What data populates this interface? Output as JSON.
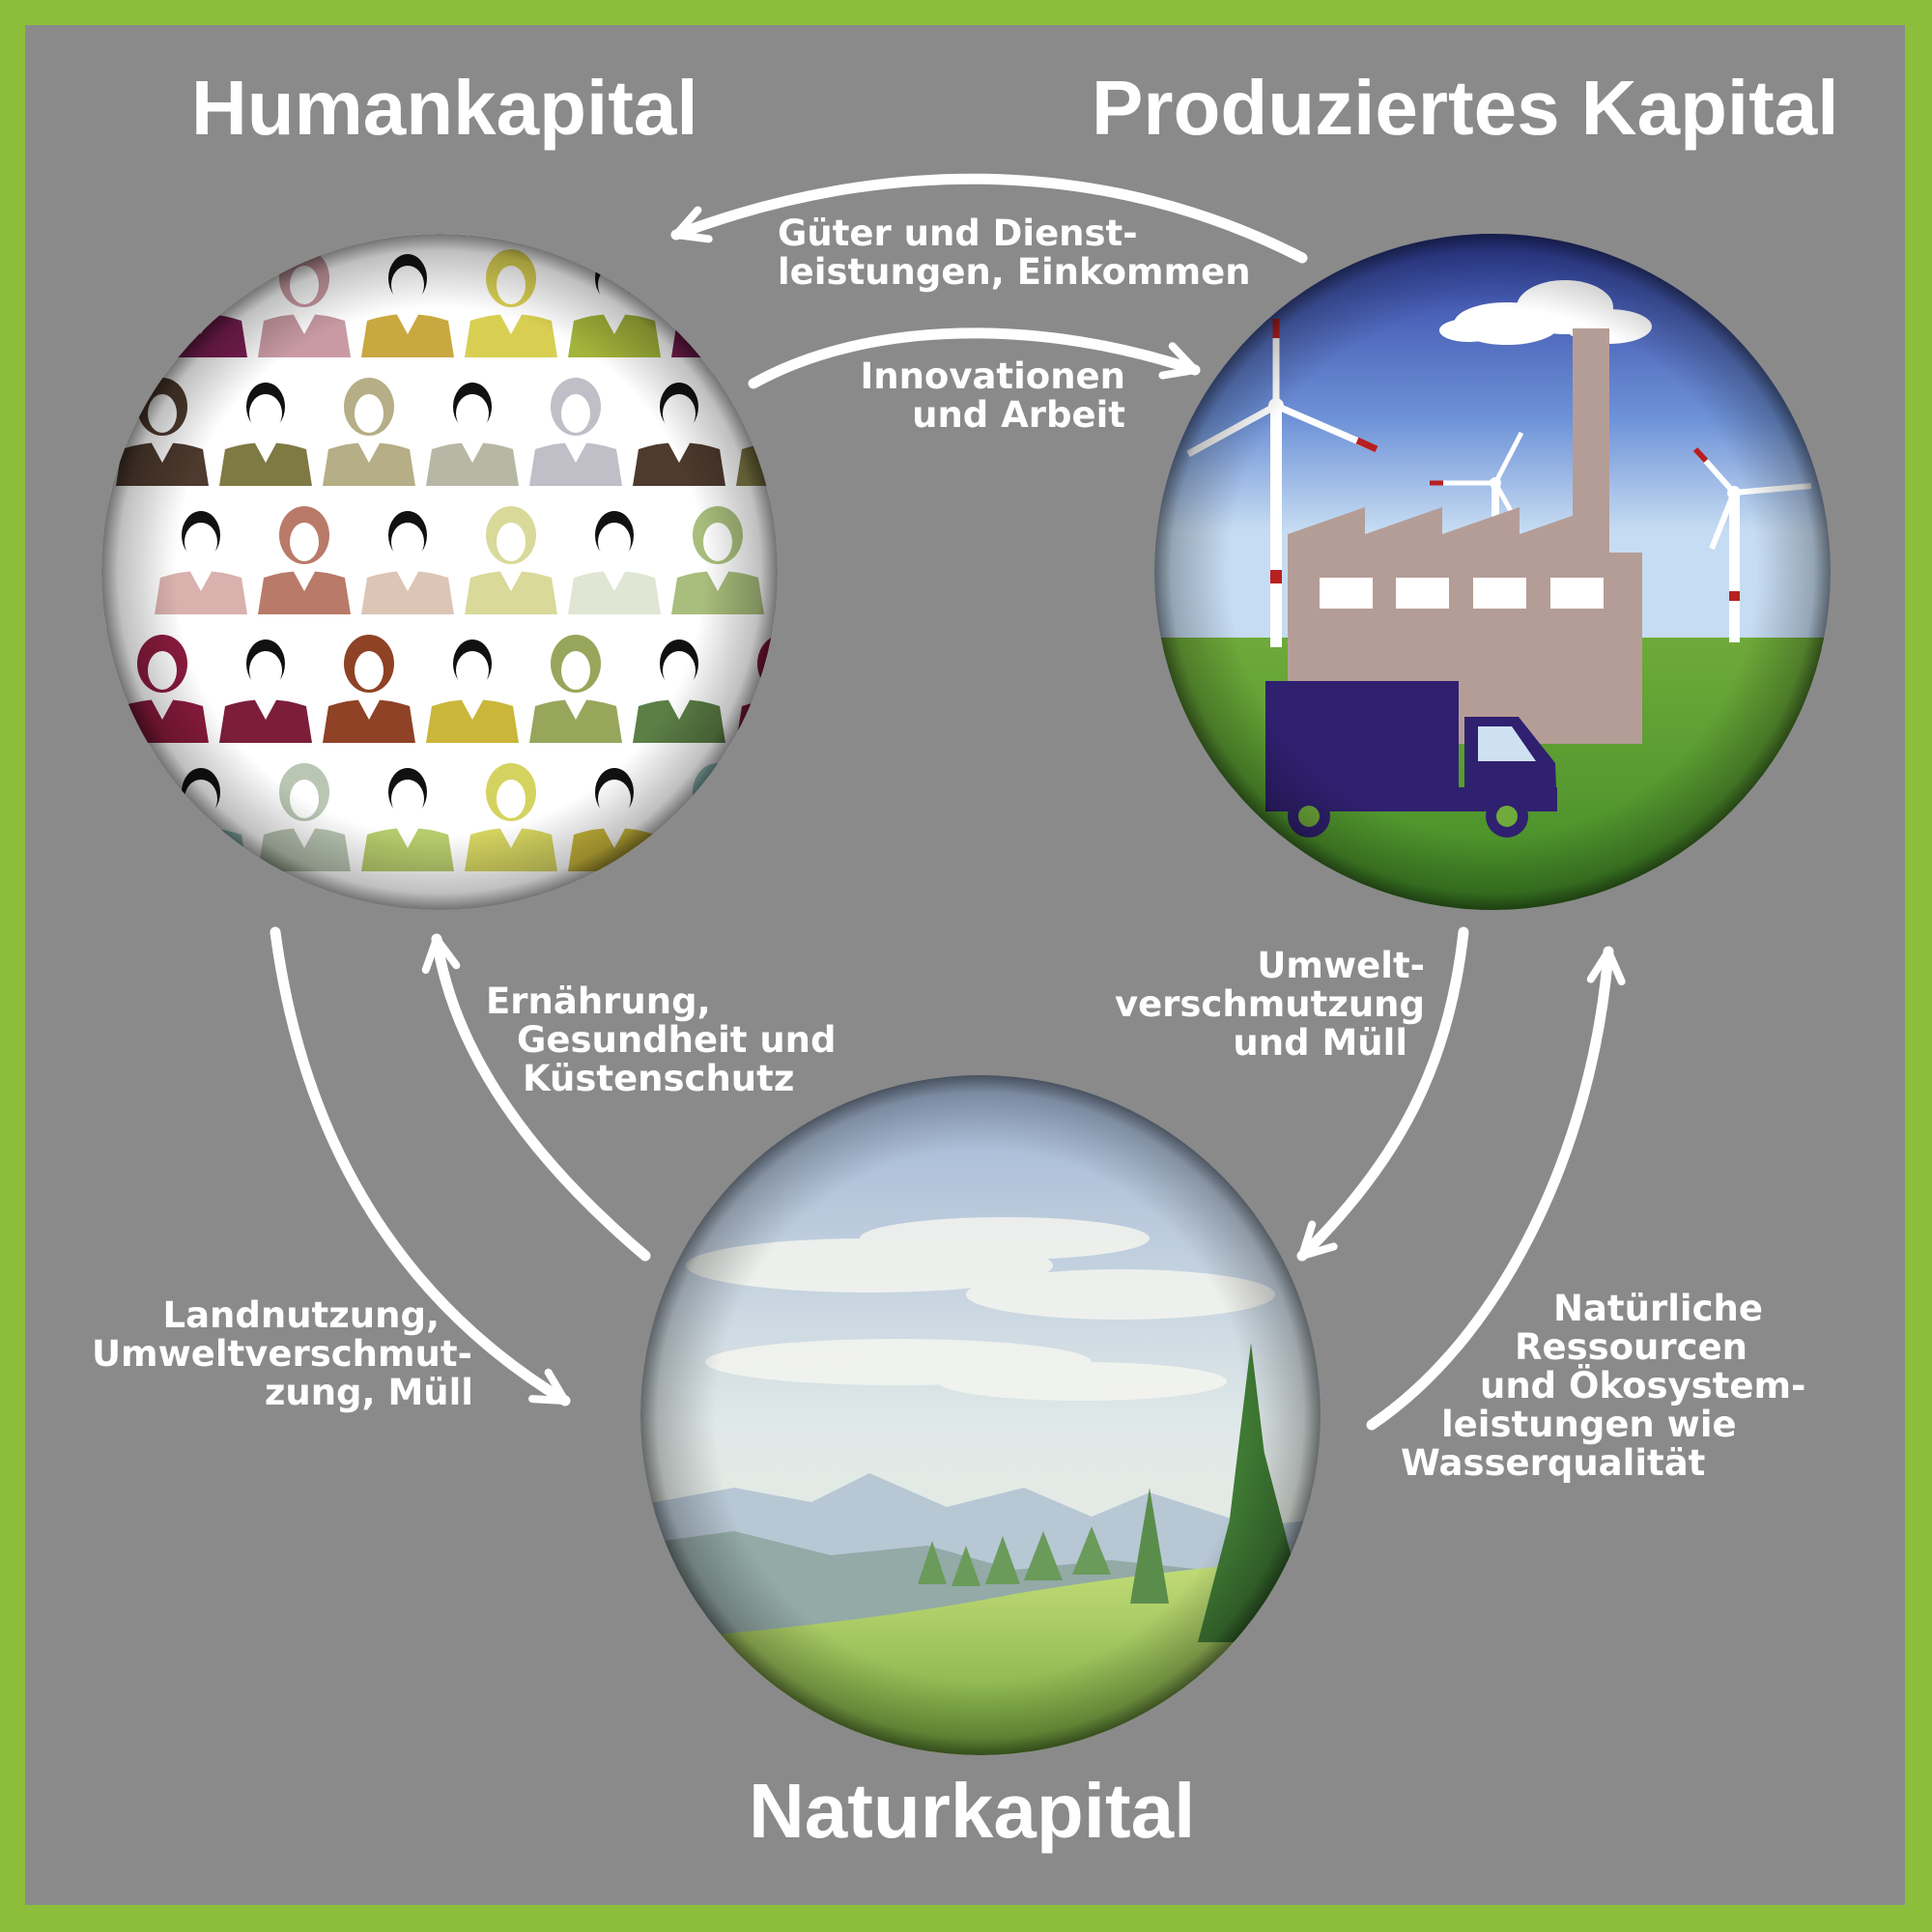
{
  "titles": {
    "human": "Humankapital",
    "produced": "Produziertes Kapital",
    "natural": "Naturkapital"
  },
  "flows": {
    "goods": [
      "Güter und Dienst-",
      "leistungen, Einkommen"
    ],
    "innovation": [
      "Innovationen",
      "und Arbeit"
    ],
    "nutrition": [
      "Ernährung,",
      "Gesundheit und",
      "Küstenschutz"
    ],
    "pollution": [
      "Umwelt-",
      "verschmutzung",
      "und Müll"
    ],
    "landuse": [
      "Landnutzung,",
      "Umweltverschmut-",
      "zung, Müll"
    ],
    "resources": [
      "Natürliche",
      "Ressourcen",
      "und Ökosystem-",
      "leistungen wie",
      "Wasserqualität"
    ]
  },
  "colors": {
    "frame": "#8cbe3c",
    "background": "#8a8a8a",
    "arrow": "#ffffff",
    "text": "#ffffff"
  }
}
